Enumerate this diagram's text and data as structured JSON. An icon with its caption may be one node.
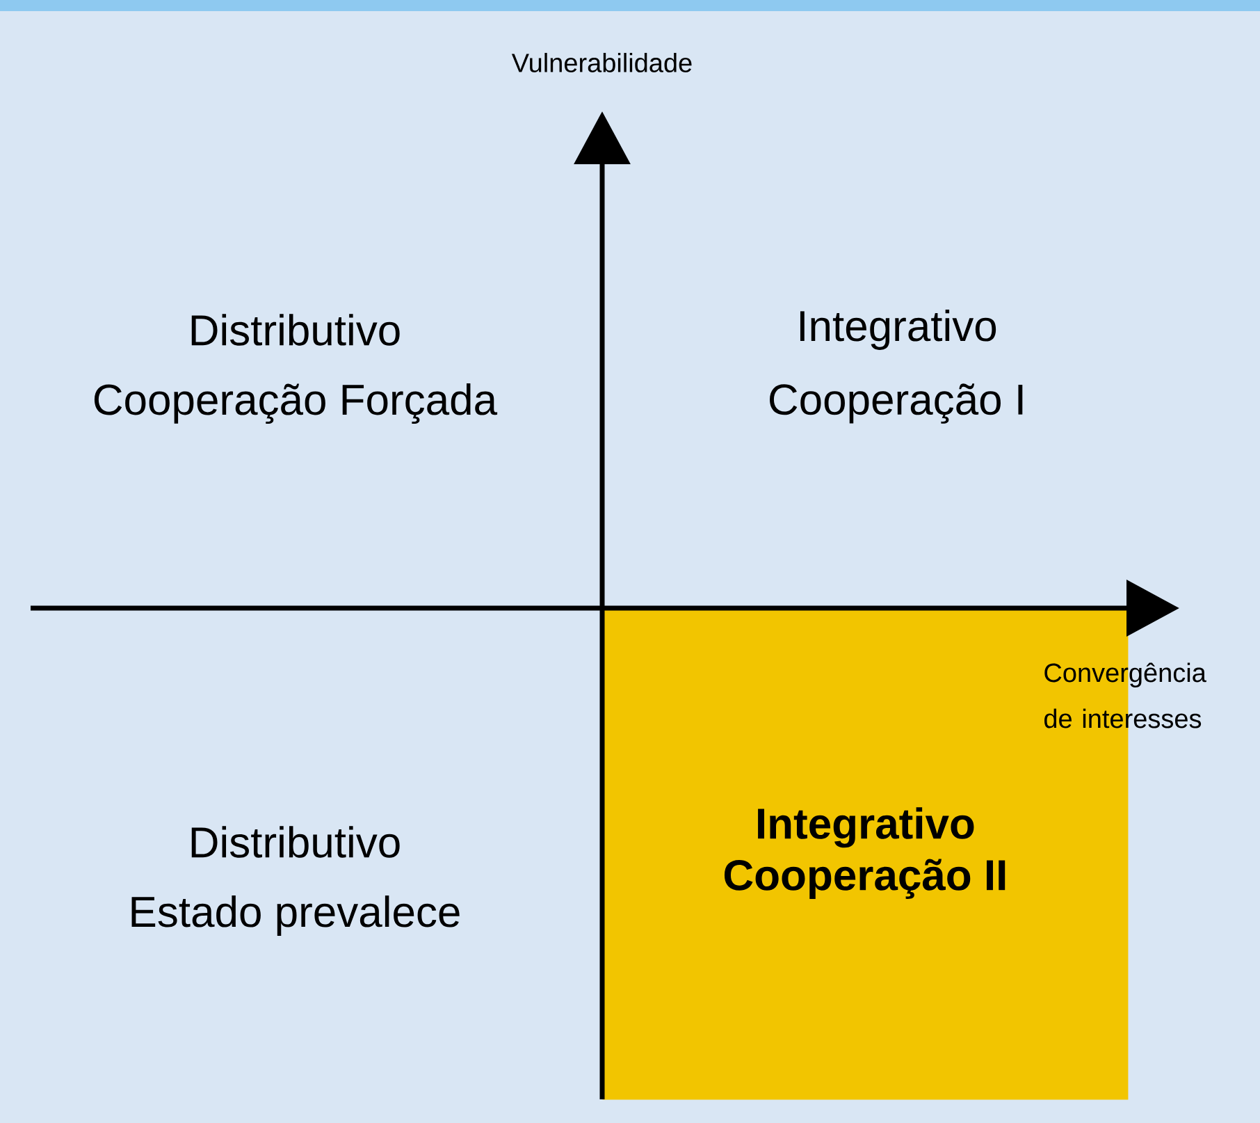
{
  "diagram": {
    "nodes": [
      {
        "text": [
          "Integrativo",
          "Cooperação II"
        ]
      }
    ],
    "edges": [],
    "labels": [
      "Vulnerabilidade",
      "Distributivo",
      "Cooperação Forçada",
      "Integrativo",
      "Cooperação I",
      "Convergência de interesses",
      "Distributivo",
      "Estado prevalece"
    ]
  }
}
